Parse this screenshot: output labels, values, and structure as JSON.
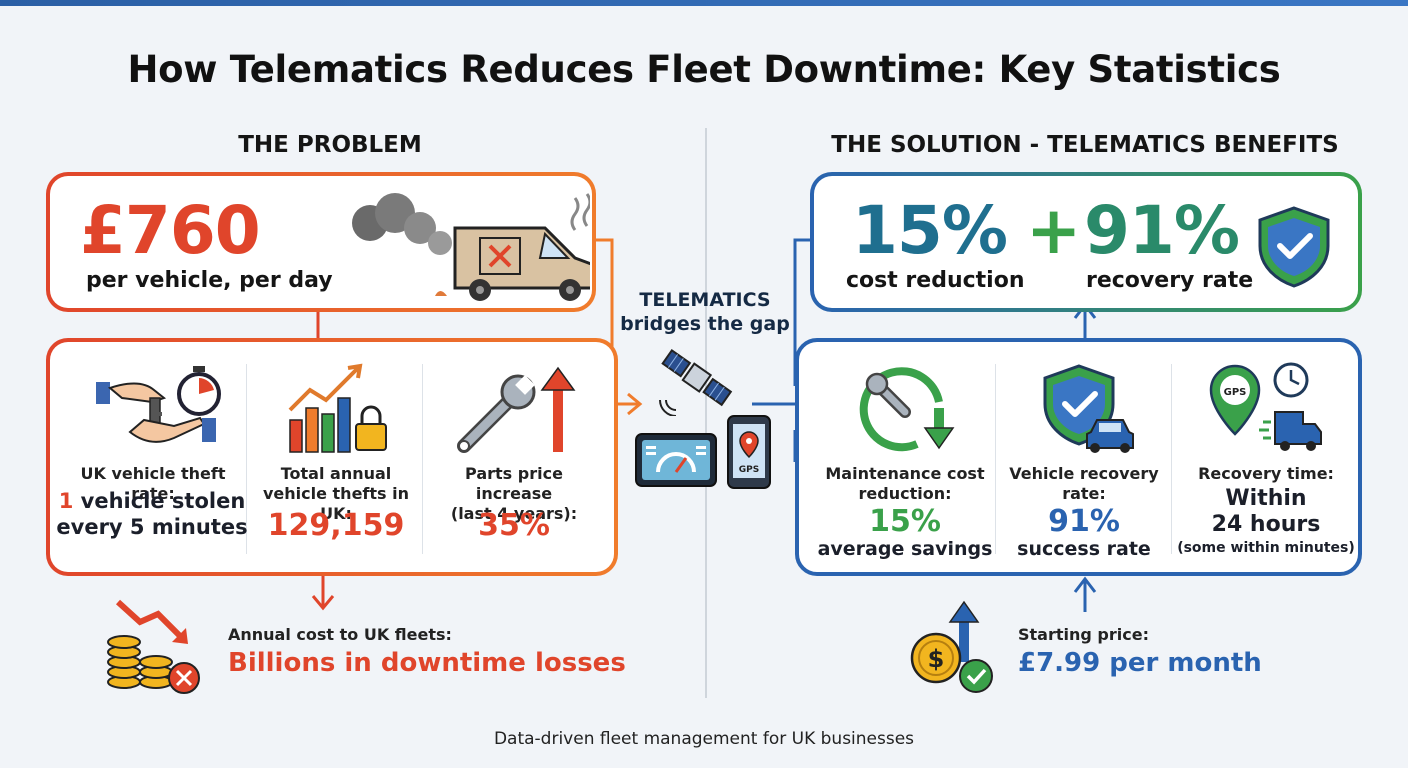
{
  "title": "How Telematics Reduces Fleet Downtime: Key Statistics",
  "problem": {
    "heading": "THE PROBLEM",
    "headline_value": "£760",
    "headline_label": "per vehicle, per day",
    "stats": [
      {
        "label": "UK vehicle theft rate:",
        "value_prefix": "1",
        "value_rest": " vehicle stolen",
        "value_line2": "every 5 minutes"
      },
      {
        "label_line1": "Total annual",
        "label_line2": "vehicle thefts in UK:",
        "value": "129,159"
      },
      {
        "label_line1": "Parts price increase",
        "label_line2": "(last 4 years):",
        "value": "35%"
      }
    ],
    "annual_label": "Annual cost to UK fleets:",
    "annual_value": "Billions in downtime losses"
  },
  "bridge": {
    "line1": "TELEMATICS",
    "line2": "bridges the gap",
    "gps_label": "GPS"
  },
  "solution": {
    "heading": "THE SOLUTION - TELEMATICS BENEFITS",
    "stat1_value": "15%",
    "stat1_label": "cost reduction",
    "plus": "+",
    "stat2_value": "91%",
    "stat2_label": "recovery rate",
    "benefits": [
      {
        "label_line1": "Maintenance cost",
        "label_line2": "reduction:",
        "value": "15%",
        "sub": "average savings"
      },
      {
        "label_line1": "Vehicle recovery",
        "label_line2": "rate:",
        "value": "91%",
        "sub": "success rate"
      },
      {
        "label": "Recovery time:",
        "value_line1": "Within",
        "value_line2": "24 hours",
        "sub": "(some within minutes)"
      }
    ],
    "gps_label": "GPS",
    "price_label": "Starting price:",
    "price_value": "£7.99 per month"
  },
  "footer": "Data-driven fleet management for UK businesses",
  "colors": {
    "red": "#e0452b",
    "orange": "#f07c2c",
    "blue": "#2a63b0",
    "green": "#3aa14a",
    "teal": "#1f6f8f"
  },
  "icons": [
    "steam-icon",
    "van-breakdown-icon",
    "hand-key-icon",
    "stopwatch-icon",
    "bar-chart-lock-icon",
    "wrench-arrow-icon",
    "satellite-icon",
    "dashboard-icon",
    "phone-gps-icon",
    "coins-down-icon",
    "shield-check-icon",
    "maintenance-wrench-icon",
    "shield-car-icon",
    "gps-pin-icon",
    "clock-icon",
    "delivery-van-icon",
    "dollar-coin-icon"
  ]
}
